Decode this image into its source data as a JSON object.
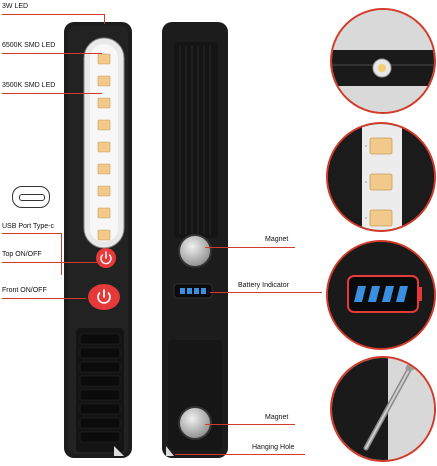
{
  "labels": {
    "led_3w": "3W LED",
    "smd_6500k": "6500K SMD LED",
    "smd_3500k": "3500K SMD LED",
    "usb_port": "USB Port Type-c",
    "top_onoff": "Top ON/OFF",
    "front_onoff": "Front ON/OFF",
    "magnet_top": "Magnet",
    "battery_indicator": "Battery Indicator",
    "magnet_bottom": "Magnet",
    "hanging_hole": "Hanging Hole"
  },
  "colors": {
    "accent_red": "#d23a2a",
    "body_dark": "#1c1c1c",
    "led_warm": "#f2c98a",
    "battery_blue": "#3a8fe0"
  },
  "icons": [
    "usb-c-port-icon",
    "power-icon",
    "magnet-icon",
    "nail-icon"
  ],
  "battery_level": 1.0
}
